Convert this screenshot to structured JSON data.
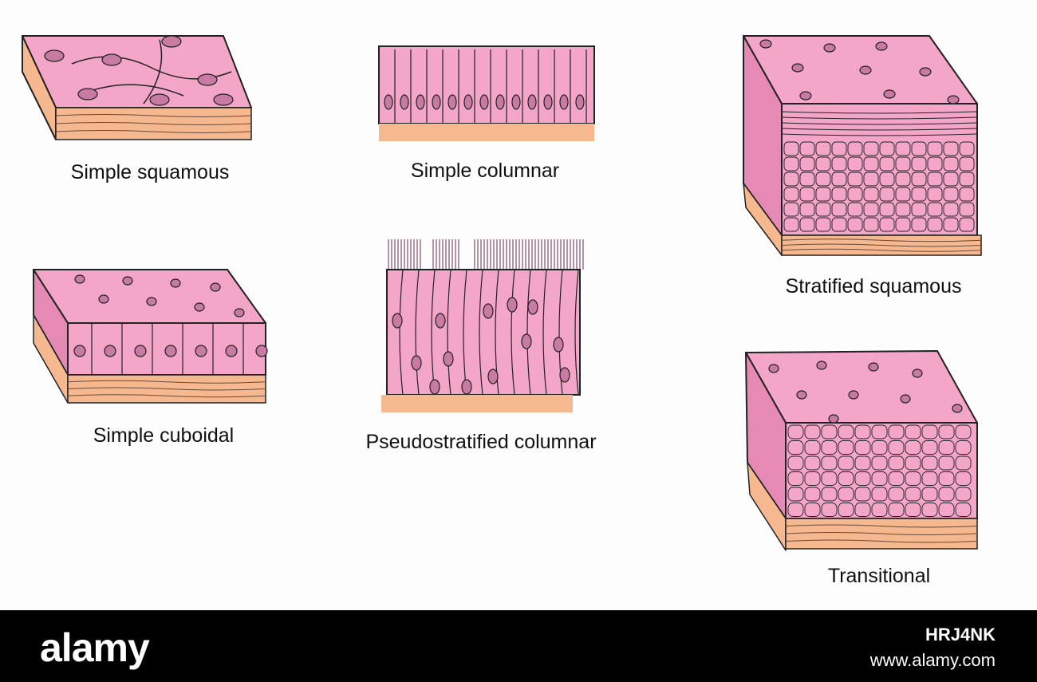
{
  "colors": {
    "tissue": "#f4a6c8",
    "tissue_dark": "#e58ab4",
    "tissue_edge": "#222222",
    "connective": "#f6b88e",
    "nucleus": "#c77aa2",
    "footer_bg": "#000000",
    "footer_text": "#ffffff"
  },
  "labels": {
    "simple_squamous": "Simple squamous",
    "simple_columnar": "Simple columnar",
    "stratified_squamous": "Stratified squamous",
    "simple_cuboidal": "Simple cuboidal",
    "pseudostratified_columnar": "Pseudostratified columnar",
    "transitional": "Transitional"
  },
  "footer": {
    "brand": "alamy",
    "image_id": "HRJ4NK",
    "site": "www.alamy.com"
  },
  "icons": {
    "watermark": "alamy-watermark"
  }
}
